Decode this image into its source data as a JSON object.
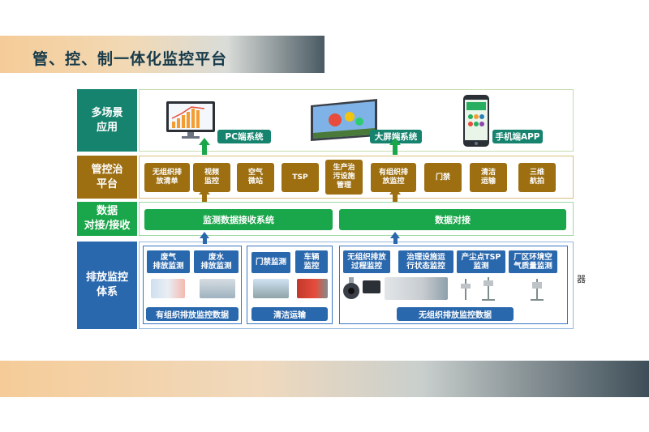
{
  "title": "管、控、制一体化监控平台",
  "labels": {
    "apps": "多场景\n应用",
    "control": "管控治\n平台",
    "data": "数据\n对接/接收",
    "monitor": "排放监控\n体系"
  },
  "colors": {
    "apps": "#16836f",
    "control": "#9d6f11",
    "data": "#1aa64a",
    "monitor": "#2a68ad"
  },
  "apps": {
    "pc": "PC端系统",
    "screen": "大屏端系统",
    "mobile": "手机端APP"
  },
  "control_items": [
    "无组织排\n放清单",
    "视频\n监控",
    "空气\n微站",
    "TSP",
    "生产治\n污设施\n管理",
    "有组织排\n放监控",
    "门禁",
    "清洁\n运输",
    "三维\n航拍"
  ],
  "data_bars": {
    "receive": "监测数据接收系统",
    "connect": "数据对接"
  },
  "monitor": {
    "organized": {
      "items": [
        "废气\n排放监测",
        "废水\n排放监测"
      ],
      "footer": "有组织排放监控数据"
    },
    "transport": {
      "items": [
        "门禁监测",
        "车辆\n监控"
      ],
      "footer": "清洁运输"
    },
    "unorganized": {
      "items": [
        "无组织排放\n过程监控",
        "治理设施运\n行状态监控",
        "产尘点TSP\n监测",
        "厂区环境空\n气质量监测"
      ],
      "footer": "无组织排放监控数据"
    }
  },
  "stray_char": "器"
}
